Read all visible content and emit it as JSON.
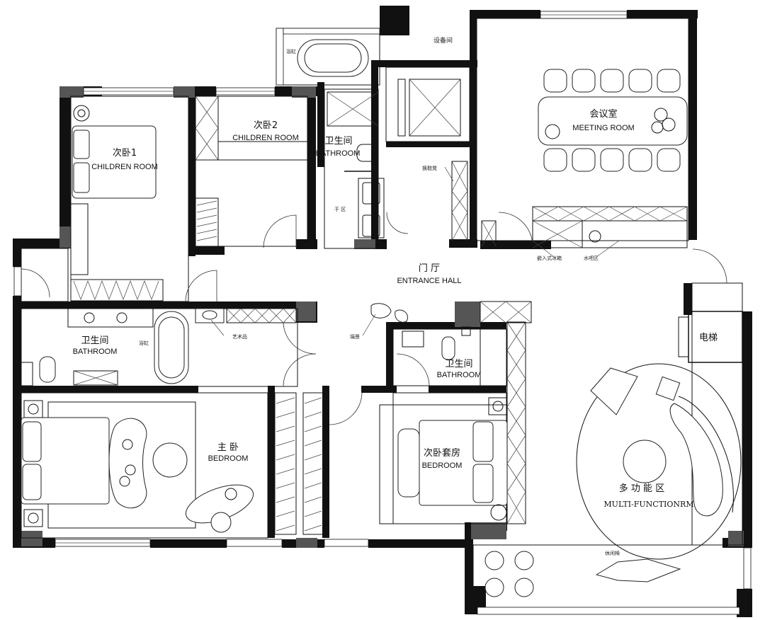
{
  "rooms": {
    "children1": {
      "cn": "次卧1",
      "en": "CHILDREN ROOM"
    },
    "children2": {
      "cn": "次卧2",
      "en": "CHILDREN ROOM"
    },
    "bath_top": {
      "cn": "卫生间",
      "en": "BATHROOM"
    },
    "bath_left": {
      "cn": "卫生间",
      "en": "BATHROOM"
    },
    "bath_suite": {
      "cn": "卫生间",
      "en": "BATHROOM"
    },
    "meeting": {
      "cn": "会议室",
      "en": "MEETING ROOM"
    },
    "hall": {
      "cn": "门 厅",
      "en": "ENTRANCE HALL"
    },
    "master": {
      "cn": "主 卧",
      "en": "BEDROOM"
    },
    "suite": {
      "cn": "次卧套房",
      "en": "BEDROOM"
    },
    "multi": {
      "cn": "多 功 能 区",
      "en": "MULTI-FUNCTIONRM"
    },
    "elevator": {
      "cn": "电梯"
    }
  },
  "notes": {
    "equipment": "设备间",
    "bathtub_top": "浴缸",
    "bathtub_left": "浴缸",
    "shoe": "换鞋凳",
    "dry": "干 区",
    "fridge": "嵌入式冰箱",
    "bar": "水吧区",
    "art": "艺术品",
    "scenery": "端景",
    "lounge": "休闲椅"
  }
}
